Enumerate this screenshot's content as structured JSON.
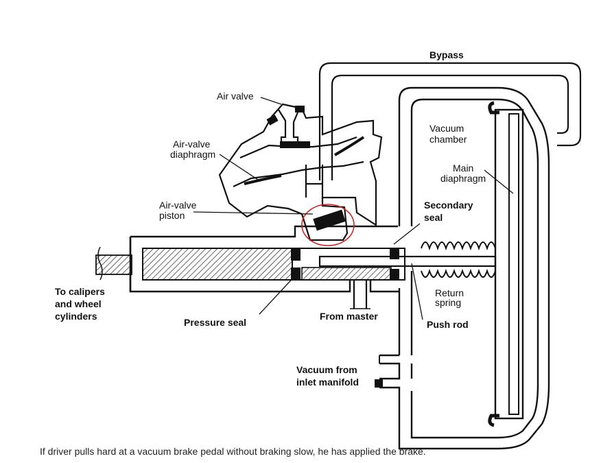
{
  "labels": {
    "bypass": "Bypass",
    "air_valve": "Air valve",
    "air_valve_diaphragm_1": "Air-valve",
    "air_valve_diaphragm_2": "diaphragm",
    "air_valve_piston_1": "Air-valve",
    "air_valve_piston_2": "piston",
    "vacuum_chamber_1": "Vacuum",
    "vacuum_chamber_2": "chamber",
    "main_diaphragm_1": "Main",
    "main_diaphragm_2": "diaphragm",
    "secondary_seal_1": "Secondary",
    "secondary_seal_2": "seal",
    "to_calipers_1": "To calipers",
    "to_calipers_2": "and wheel",
    "to_calipers_3": "cylinders",
    "pressure_seal": "Pressure seal",
    "from_master": "From master",
    "return_spring_1": "Return",
    "return_spring_2": "spring",
    "push_rod": "Push rod",
    "vacuum_from_1": "Vacuum from",
    "vacuum_from_2": "inlet manifold"
  },
  "caption": "If driver pulls hard at a vacuum brake pedal without braking slow, he has applied the brake."
}
